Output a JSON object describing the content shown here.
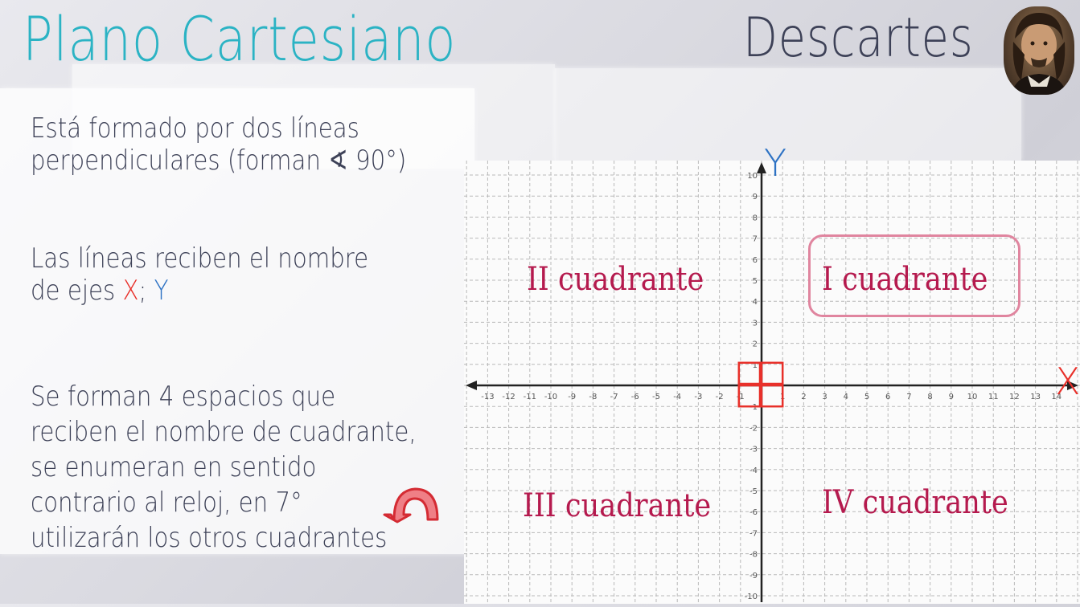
{
  "header": {
    "title": "Plano Cartesiano",
    "author": "Descartes"
  },
  "icons": {
    "portrait": "descartes-portrait",
    "rotation": "counterclockwise-arrow-icon"
  },
  "colors": {
    "title": "#2bb3c4",
    "text": "#3d4157",
    "x_axis": "#e8302a",
    "y_axis": "#2d72c4",
    "quadrant_label": "#b51a4e",
    "highlight_box": "#e0859f"
  },
  "body": {
    "p1_line1": "Está formado por dos líneas",
    "p1_line2": "perpendiculares (forman ∢ 90°)",
    "p2_line1": "Las líneas reciben el nombre",
    "p2_line2_prefix": "de ejes ",
    "p2_x": "X",
    "p2_sep": "; ",
    "p2_y": "Y",
    "p3_line1": "Se forman 4 espacios que",
    "p3_line2": "reciben el nombre de cuadrante,",
    "p3_line3": "se enumeran en sentido",
    "p3_line4": "contrario al reloj, en 7°",
    "p3_line5": "utilizarán los otros cuadrantes"
  },
  "plane": {
    "x_label": "X",
    "y_label": "Y",
    "x_ticks": [
      "-13",
      "-12",
      "-11",
      "-10",
      "-9",
      "-8",
      "-7",
      "-6",
      "-5",
      "-4",
      "-3",
      "-2",
      "-1",
      "1",
      "2",
      "3",
      "4",
      "5",
      "6",
      "7",
      "8",
      "9",
      "10",
      "11",
      "12",
      "13",
      "14"
    ],
    "y_ticks": [
      "10",
      "9",
      "8",
      "7",
      "6",
      "5",
      "4",
      "3",
      "2",
      "1",
      "-1",
      "-2",
      "-3",
      "-4",
      "-5",
      "-6",
      "-7",
      "-8",
      "-9",
      "-10"
    ],
    "quadrants": {
      "q1": "I cuadrante",
      "q2": "II cuadrante",
      "q3": "III cuadrante",
      "q4": "IV cuadrante"
    }
  }
}
